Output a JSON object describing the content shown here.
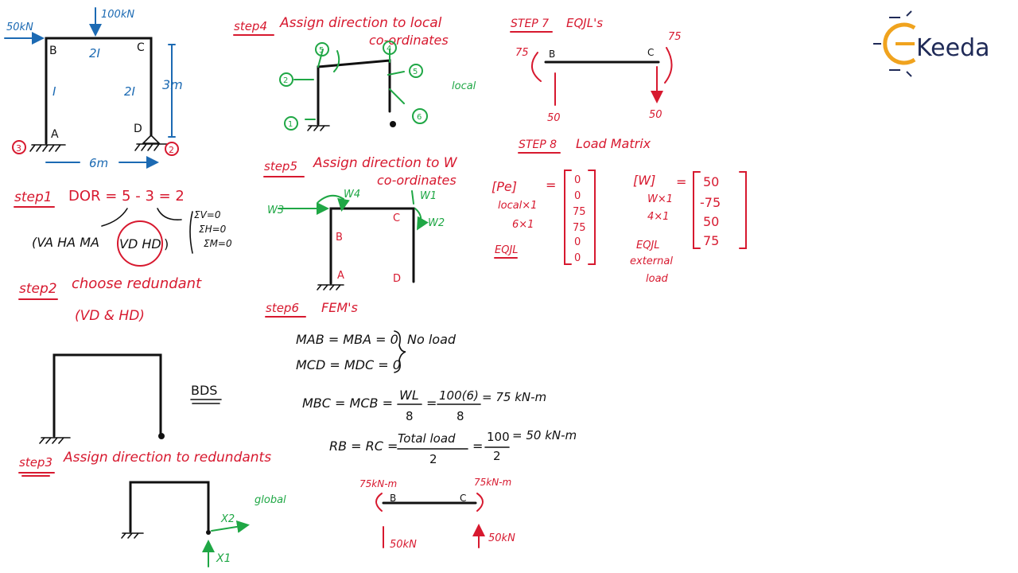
{
  "colors": {
    "red": "#d7192f",
    "black": "#111111",
    "blue": "#1c6ab3",
    "green": "#1fa745",
    "logo_orange": "#f0a31e",
    "logo_navy": "#1f2a57"
  },
  "logo": {
    "text": "Keeda",
    "icon": "ekeeda-logo-icon"
  },
  "frame": {
    "load_side": "50kN",
    "load_top": "100kN",
    "label_B": "B",
    "label_C": "C",
    "label_A": "A",
    "label_D": "D",
    "beam_I": "2I",
    "col_left_I": "I",
    "col_right_I": "2I",
    "height": "3m",
    "span": "6m",
    "support_A_num": "3",
    "support_D_num": "2"
  },
  "step1": {
    "title": "step1",
    "dor": "DOR = 5 - 3 = 2",
    "left_reactions": "(VA HA MA",
    "circled": "VD HD",
    "close_paren": ")",
    "eq1": "ΣV=0",
    "eq2": "ΣH=0",
    "eq3": "ΣM=0"
  },
  "step2": {
    "title": "step2",
    "text": "choose redundant",
    "redundants": "(VD & HD)"
  },
  "bds": {
    "label": "BDS"
  },
  "step3": {
    "title": "step3",
    "text": "Assign direction to redundants",
    "global": "global",
    "x1": "X1",
    "x2": "X2"
  },
  "step4": {
    "title": "step4",
    "text1": "Assign direction to local",
    "text2": "co-ordinates",
    "local": "local",
    "nums": [
      "1",
      "2",
      "3",
      "4",
      "5",
      "6"
    ]
  },
  "step5": {
    "title": "step5",
    "text1": "Assign direction to W",
    "text2": "co-ordinates",
    "w1": "W1",
    "w2": "W2",
    "w3": "W3",
    "w4": "W4",
    "B": "B",
    "C": "C",
    "A": "A",
    "D": "D"
  },
  "step6": {
    "title": "step6",
    "text": "FEM's",
    "eq1": "MAB = MBA = 0",
    "eq2": "MCD = MDC = 0",
    "noload": "No load",
    "eq3_lhs": "MBC = MCB =",
    "eq3_frac1_num": "WL",
    "eq3_frac1_den": "8",
    "eq3_eq": "=",
    "eq3_frac2_num": "100(6)",
    "eq3_frac2_den": "8",
    "eq3_result": "= 75 kN-m",
    "eq4_lhs": "RB = RC =",
    "eq4_frac1_num": "Total load",
    "eq4_frac1_den": "2",
    "eq4_eq": "=",
    "eq4_frac2_num": "100",
    "eq4_frac2_den": "2",
    "eq4_result": "= 50 kN-m",
    "beam_B": "B",
    "beam_C": "C",
    "m_left": "75kN-m",
    "m_right": "75kN-m",
    "r_left": "50kN",
    "r_right": "50kN"
  },
  "step7": {
    "title": "STEP 7",
    "text": "EQJL's",
    "B": "B",
    "C": "C",
    "m_left": "75",
    "m_right": "75",
    "r_left": "50",
    "r_right": "50"
  },
  "step8": {
    "title": "STEP 8",
    "text": "Load Matrix",
    "pe_label": "[Pe]",
    "pe_eq": "=",
    "pe_size1": "local×1",
    "pe_size2": "6×1",
    "pe_desc": "EQJL",
    "pe_values": [
      "0",
      "0",
      "75",
      "75",
      "0",
      "0"
    ],
    "w_label": "[W]",
    "w_eq": "=",
    "w_size1": "W×1",
    "w_size2": "4×1",
    "w_desc1": "EQJL",
    "w_desc2": "external",
    "w_desc3": "load",
    "w_values": [
      "50",
      "-75",
      "50",
      "75"
    ]
  }
}
